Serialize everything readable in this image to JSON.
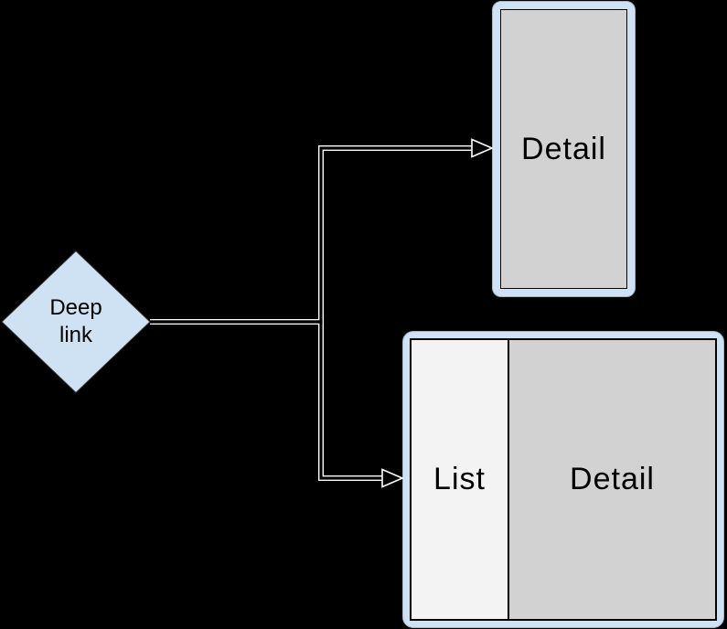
{
  "diagram": {
    "source": {
      "label": "Deep link"
    },
    "phone": {
      "label": "Detail"
    },
    "tablet": {
      "list_label": "List",
      "detail_label": "Detail"
    }
  },
  "colors": {
    "canvas-bg": "#000000",
    "shape-blue": "#cfe2f3",
    "shape-blue-border": "#9fb6cd",
    "detail-gray": "#d2d2d2",
    "list-gray": "#f3f3f3",
    "panel-border": "#000000",
    "connector-core": "#000000",
    "connector-casing": "#ffffff",
    "label-text": "#000000"
  }
}
